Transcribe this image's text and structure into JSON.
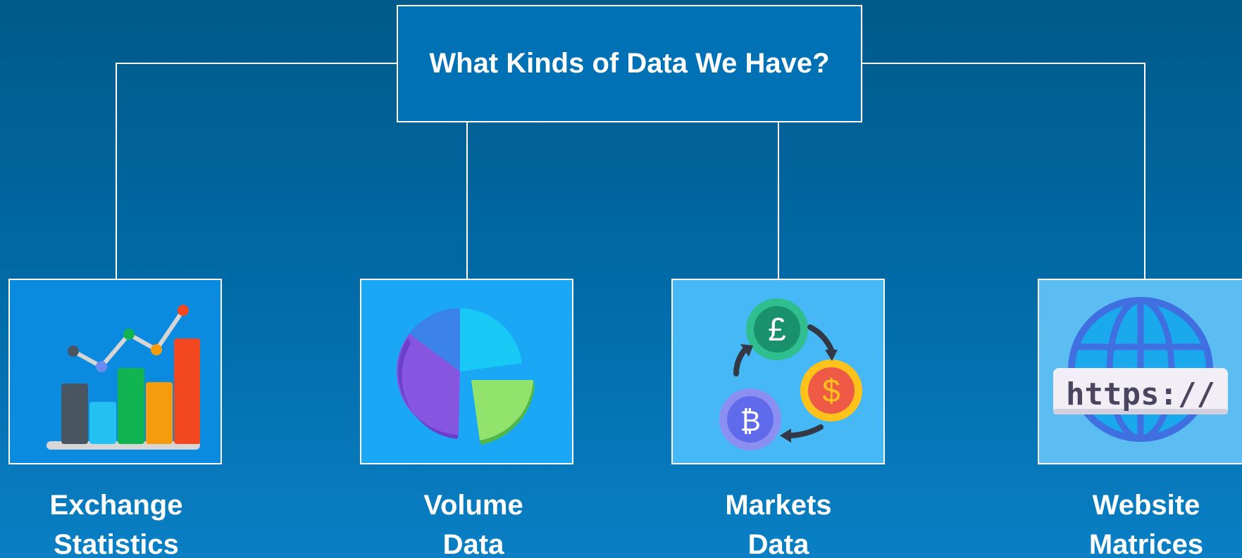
{
  "title": "What Kinds of Data We Have?",
  "nodes": [
    {
      "line1": "Exchange",
      "line2": "Statistics",
      "icon": "bar-line-chart-icon",
      "color": "#0b8be0"
    },
    {
      "line1": "Volume",
      "line2": "Data",
      "icon": "pie-chart-icon",
      "color": "#1aa7f5"
    },
    {
      "line1": "Markets",
      "line2": "Data",
      "icon": "currency-exchange-icon",
      "color": "#46b8f6"
    },
    {
      "line1": "Website",
      "line2": "Matrices",
      "icon": "globe-https-icon",
      "color": "#5cbdf3"
    }
  ],
  "icon_text": {
    "pound": "£",
    "dollar": "$",
    "bitcoin": "₿",
    "https": "https://"
  }
}
